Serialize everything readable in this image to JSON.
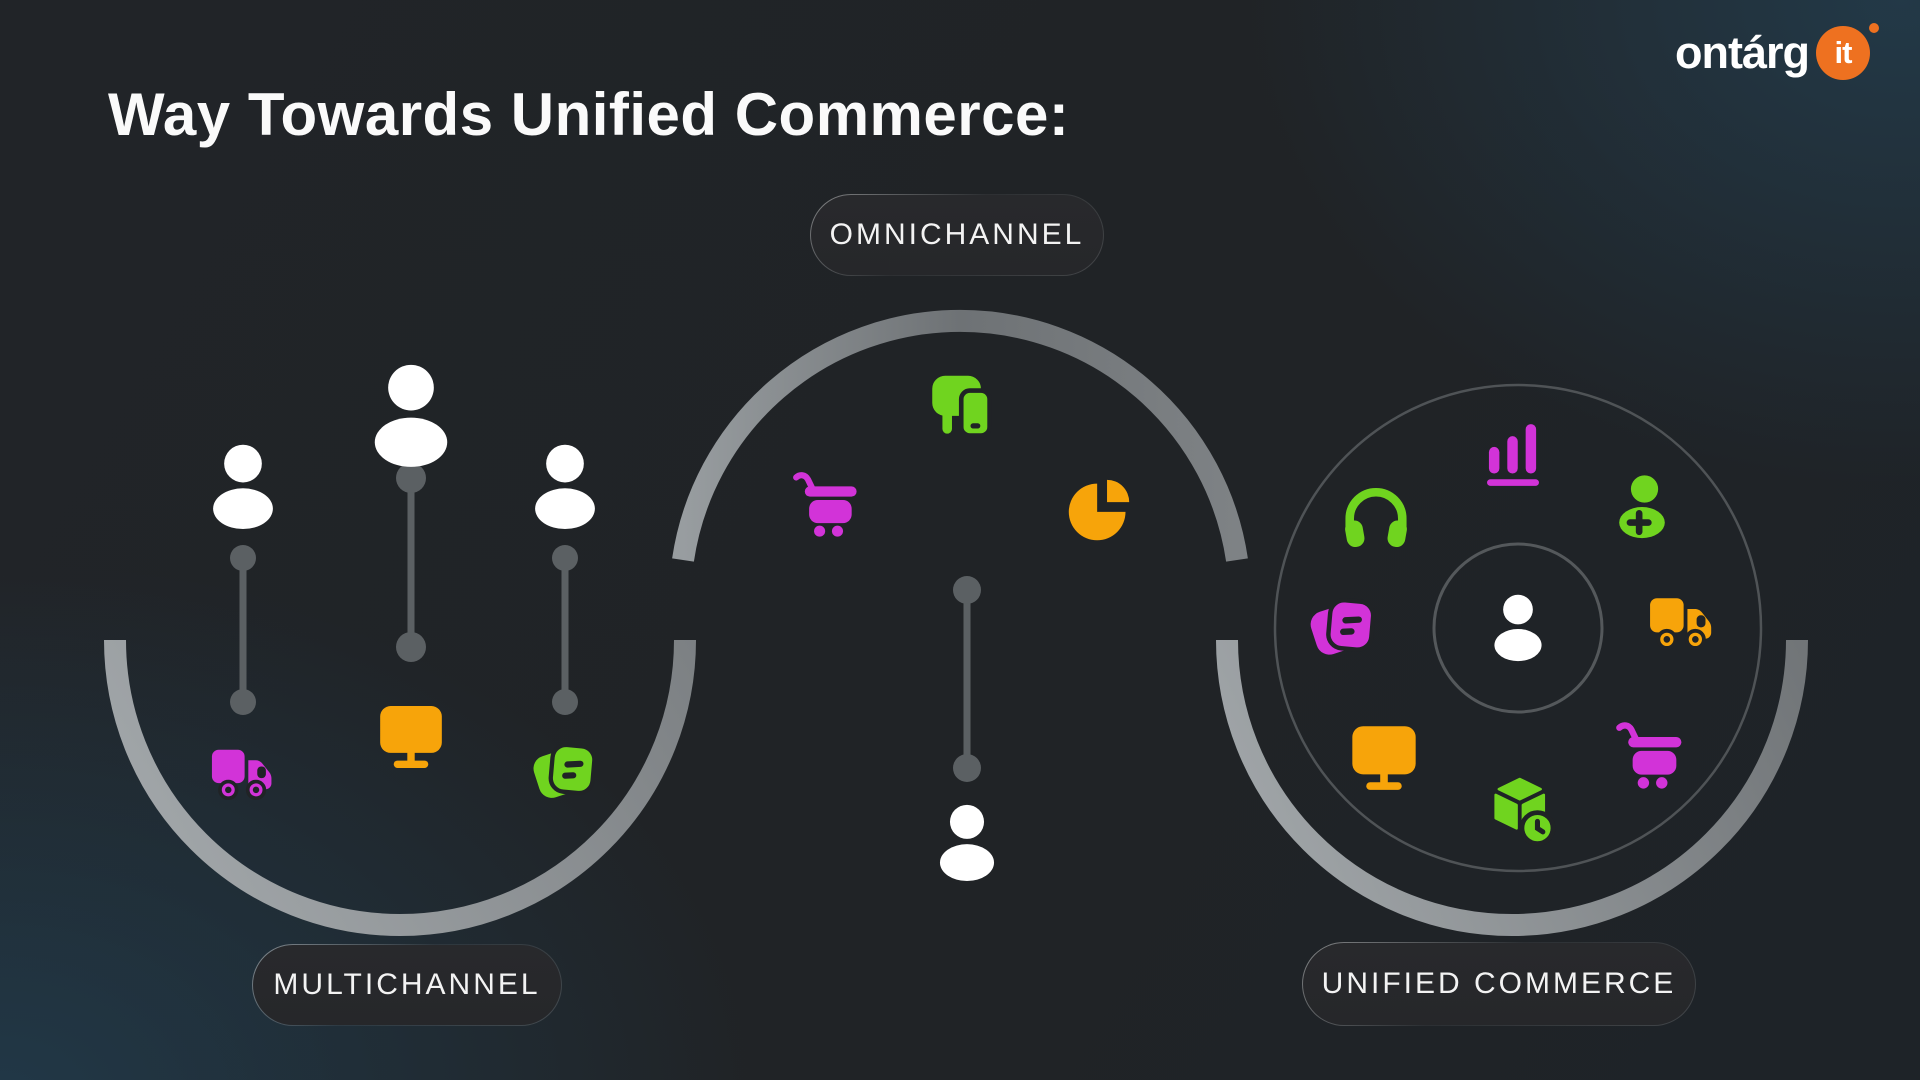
{
  "header": {
    "title": "Way Towards Unified Commerce:",
    "logo": {
      "name": "ontárg",
      "suffix": "it"
    }
  },
  "stages": {
    "multichannel": {
      "label": "MULTICHANNEL",
      "customers": 3,
      "channels": [
        {
          "icon": "delivery-truck-icon",
          "color": "#d233d8"
        },
        {
          "icon": "monitor-icon",
          "color": "#f7a40a"
        },
        {
          "icon": "chat-messages-icon",
          "color": "#70d41f"
        }
      ]
    },
    "omnichannel": {
      "label": "OMNICHANNEL",
      "customers": 1,
      "channels": [
        {
          "icon": "shopping-cart-icon",
          "color": "#d233d8"
        },
        {
          "icon": "chat-device-icon",
          "color": "#70d41f"
        },
        {
          "icon": "pie-chart-icon",
          "color": "#f7a40a"
        }
      ]
    },
    "unified_commerce": {
      "label": "UNIFIED COMMERCE",
      "customers": 1,
      "channels": [
        {
          "icon": "bar-chart-icon",
          "color": "#d233d8"
        },
        {
          "icon": "add-customer-icon",
          "color": "#70d41f"
        },
        {
          "icon": "delivery-truck-icon",
          "color": "#f7a40a"
        },
        {
          "icon": "shopping-cart-icon",
          "color": "#d233d8"
        },
        {
          "icon": "package-time-icon",
          "color": "#70d41f"
        },
        {
          "icon": "monitor-icon",
          "color": "#f7a40a"
        },
        {
          "icon": "chat-messages-icon",
          "color": "#d233d8"
        },
        {
          "icon": "headphones-icon",
          "color": "#70d41f"
        }
      ]
    }
  },
  "colors": {
    "magenta": "#d233d8",
    "green": "#70d41f",
    "orange": "#f7a40a",
    "white": "#ffffff",
    "accent_orange_logo": "#ee7120"
  }
}
